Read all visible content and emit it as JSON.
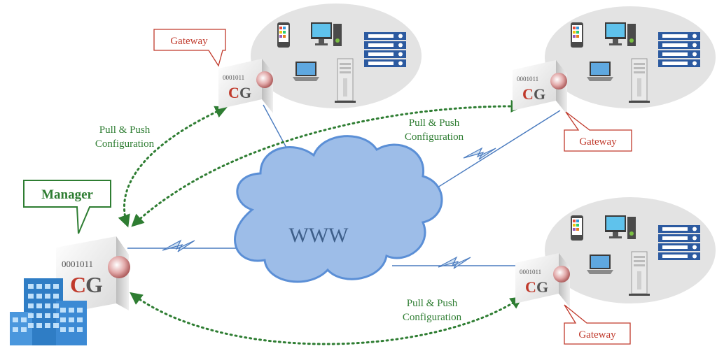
{
  "cloud": {
    "label": "WWW",
    "fill": "#9dbde8",
    "stroke": "#5b8fd6",
    "text_color": "#3e5f8a"
  },
  "manager": {
    "label": "Manager",
    "binary": "0001011",
    "logo_c": "C",
    "logo_g": "G",
    "label_color": "#2e7d32"
  },
  "gateways": [
    {
      "label": "Gateway",
      "binary": "0001011",
      "logo_c": "C",
      "logo_g": "G"
    },
    {
      "label": "Gateway",
      "binary": "0001011",
      "logo_c": "C",
      "logo_g": "G"
    },
    {
      "label": "Gateway",
      "binary": "0001011",
      "logo_c": "C",
      "logo_g": "G"
    }
  ],
  "sync_labels": [
    {
      "line1": "Pull & Push",
      "line2": "Configuration"
    },
    {
      "line1": "Pull & Push",
      "line2": "Configuration"
    },
    {
      "line1": "Pull & Push",
      "line2": "Configuration"
    }
  ],
  "icons": {
    "mobile": "mobile-phone-icon",
    "desktop": "desktop-computer-icon",
    "servers": "server-rack-icon",
    "laptop": "laptop-icon",
    "tower": "tower-pc-icon",
    "building": "office-building-icon",
    "lightning": "wan-link-icon"
  },
  "colors": {
    "gateway_label": "#c0392b",
    "gateway_border": "#c0392b",
    "manager_border": "#2e7d32",
    "arrow": "#2e7d32",
    "logo_c": "#c0392b",
    "logo_g": "#555555",
    "site_ellipse": "#e3e3e3",
    "building": "#2f7dc5"
  }
}
